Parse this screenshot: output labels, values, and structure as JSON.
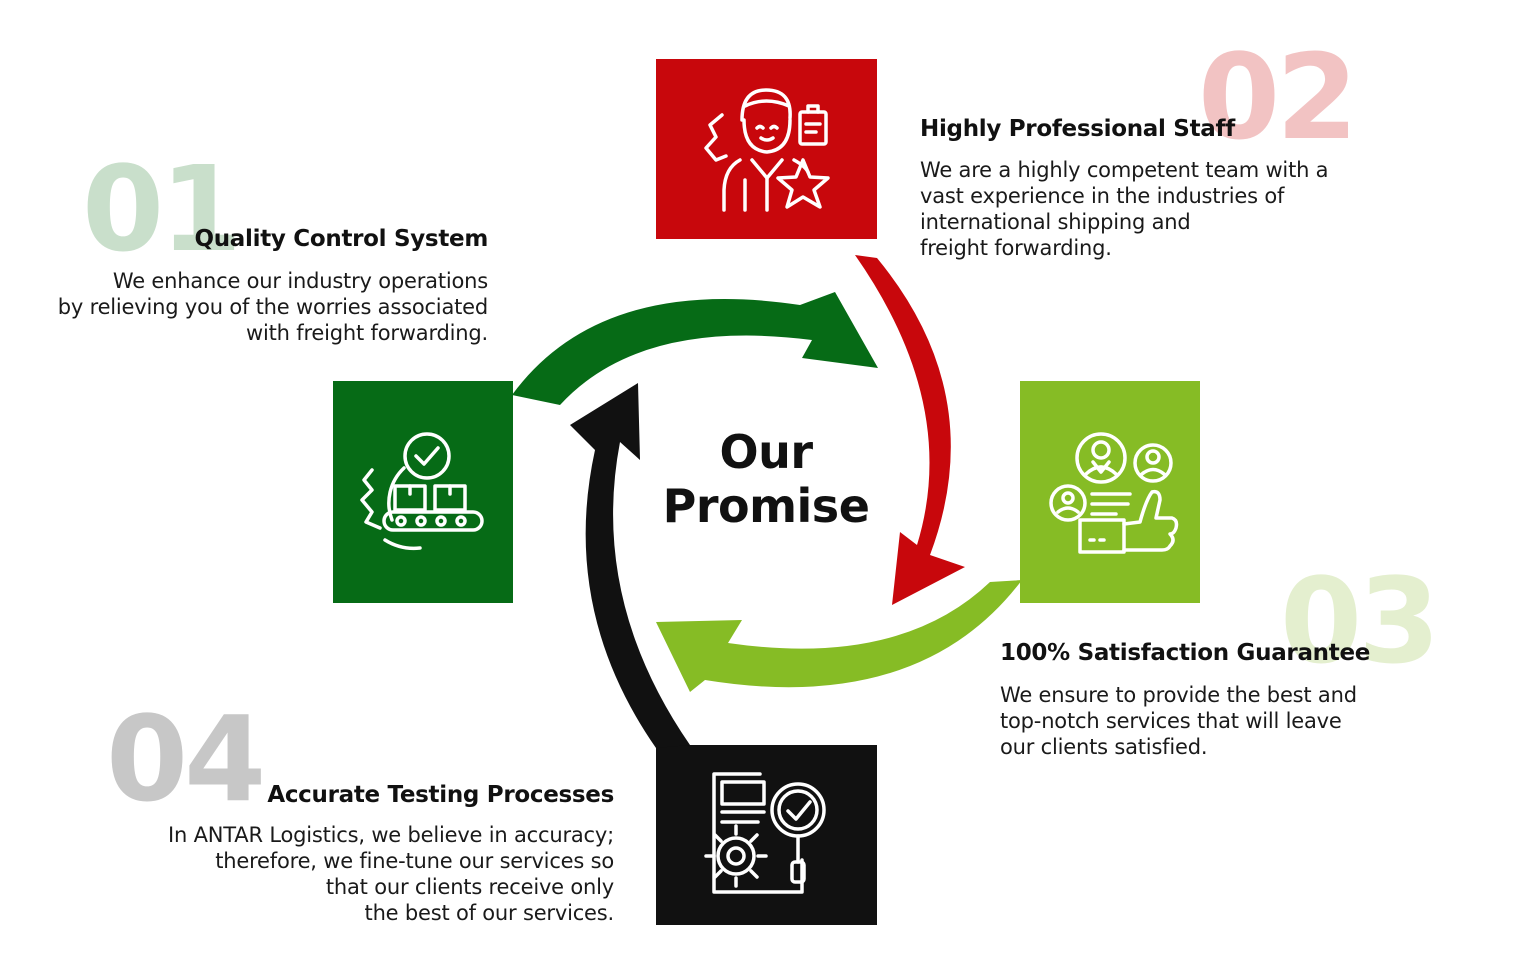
{
  "center": {
    "line1": "Our",
    "line2": "Promise"
  },
  "colors": {
    "green_dark": "#066b16",
    "red": "#c8070c",
    "green_light": "#86bc25",
    "black": "#111111",
    "num_01": "#c9dfcb",
    "num_02": "#f2c3c3",
    "num_03": "#e4efcf",
    "num_04": "#c7c7c7"
  },
  "steps": [
    {
      "number": "01",
      "title": "Quality Control System",
      "description": [
        "We enhance our industry operations",
        "by relieving you of the worries associated",
        "with freight forwarding."
      ],
      "icon": "quality-control-gear-conveyor-icon"
    },
    {
      "number": "02",
      "title": "Highly Professional Staff",
      "description": [
        "We are a highly competent team with a",
        "vast experience in the industries of",
        "international shipping and",
        "freight forwarding."
      ],
      "icon": "professional-staff-star-icon"
    },
    {
      "number": "03",
      "title": "100% Satisfaction Guarantee",
      "description": [
        "We ensure to provide the best and",
        "top-notch services that will leave",
        "our clients satisfied."
      ],
      "icon": "satisfaction-thumbs-up-icon"
    },
    {
      "number": "04",
      "title": "Accurate Testing Processes",
      "description": [
        "In ANTAR Logistics, we believe in accuracy;",
        "therefore, we fine-tune our services so",
        "that our clients receive only",
        "the best of our services."
      ],
      "icon": "testing-document-magnifier-icon"
    }
  ]
}
